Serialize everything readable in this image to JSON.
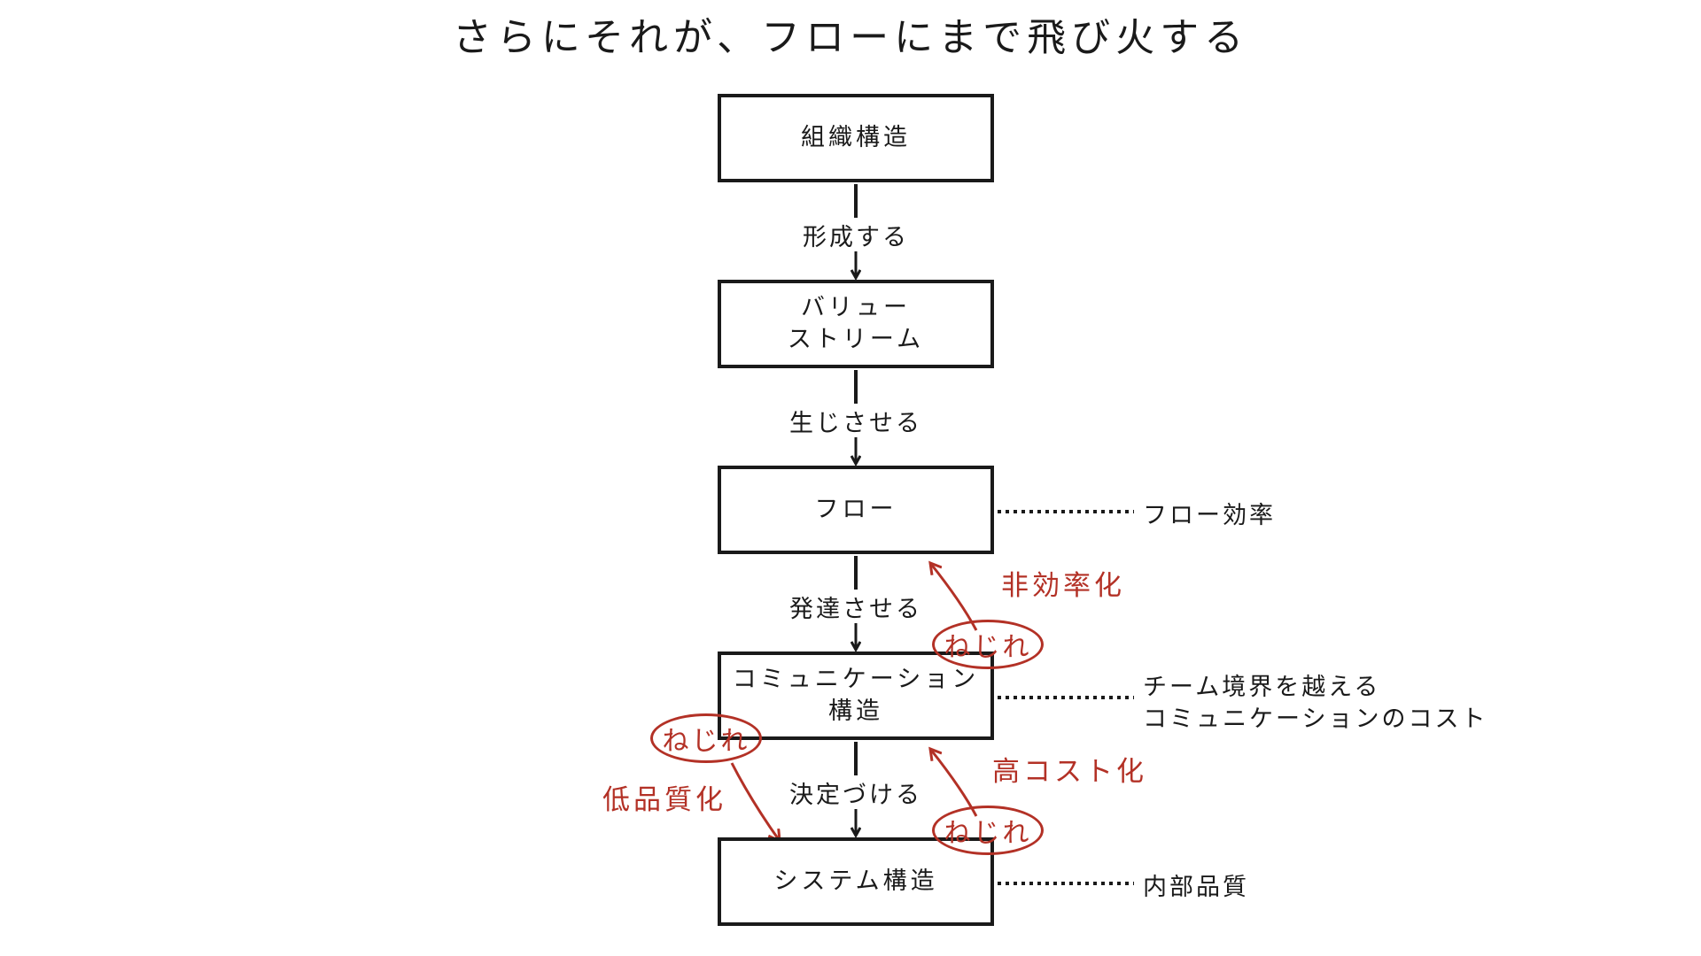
{
  "title": "さらにそれが、フローにまで飛び火する",
  "boxes": {
    "org": "組織構造",
    "vs_line1": "バリュー",
    "vs_line2": "ストリーム",
    "flow": "フロー",
    "comm_line1": "コミュニケーション",
    "comm_line2": "構造",
    "system": "システム構造"
  },
  "edges": {
    "forms": "形成する",
    "creates": "生じさせる",
    "develops": "発達させる",
    "determines": "決定づける"
  },
  "side_notes": {
    "flow": "フロー効率",
    "comm_line1": "チーム境界を越える",
    "comm_line2": "コミュニケーションのコスト",
    "system": "内部品質"
  },
  "twists": {
    "upper": "ねじれ",
    "left": "ねじれ",
    "lower": "ねじれ"
  },
  "effects": {
    "inefficiency": "非効率化",
    "high_cost": "高コスト化",
    "low_quality": "低品質化"
  },
  "colors": {
    "ink": "#1a1a1a",
    "accent_red": "#b33126"
  }
}
